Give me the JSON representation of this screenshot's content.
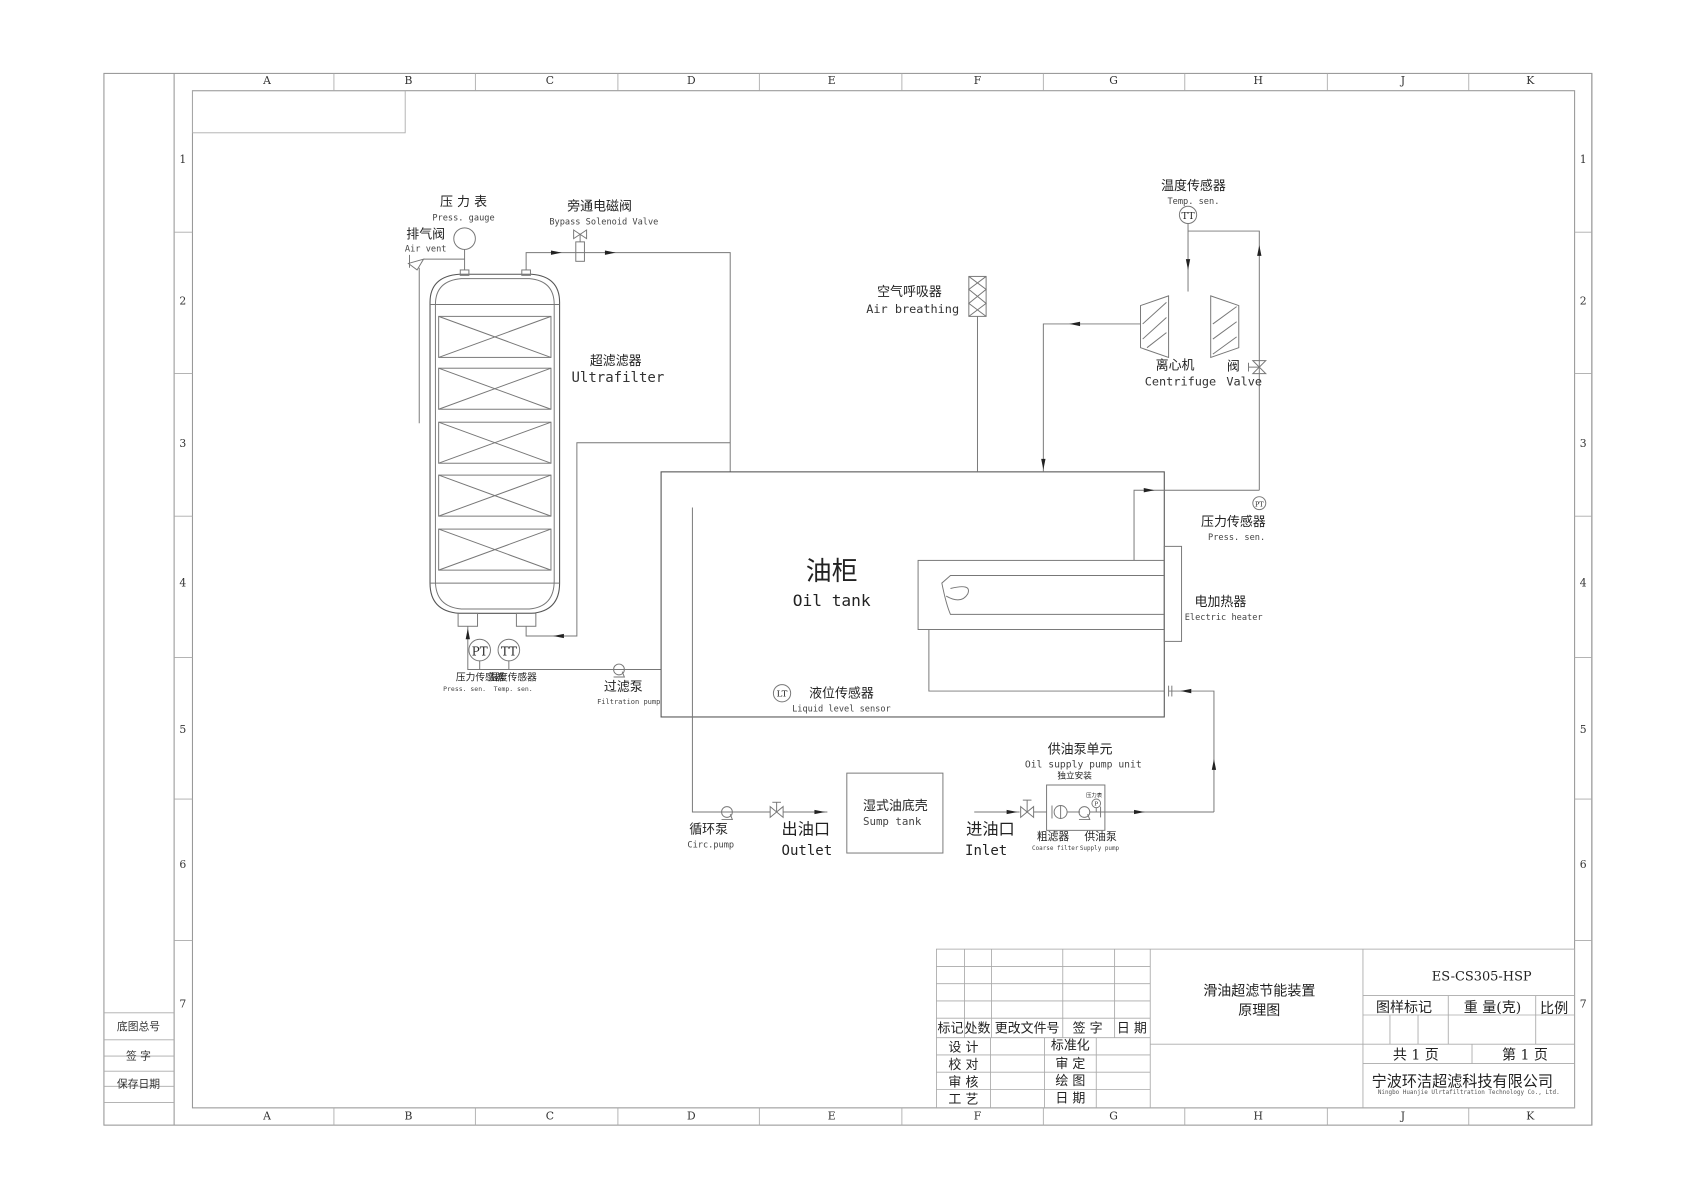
{
  "sheet": {
    "columns": [
      "A",
      "B",
      "C",
      "D",
      "E",
      "F",
      "G",
      "H",
      "J",
      "K"
    ],
    "rows": [
      "1",
      "2",
      "3",
      "4",
      "5",
      "6",
      "7"
    ]
  },
  "side_block": {
    "base_drawing_no": "底图总号",
    "signature": "签 字",
    "save_date": "保存日期"
  },
  "components": {
    "press_gauge": {
      "cn": "压 力 表",
      "en": "Press. gauge"
    },
    "air_vent": {
      "cn": "排气阀",
      "en": "Air vent"
    },
    "bypass_valve": {
      "cn": "旁通电磁阀",
      "en": "Bypass Solenoid Valve"
    },
    "ultrafilter": {
      "cn": "超滤滤器",
      "en": "Ultrafilter"
    },
    "uf_press_sensor": {
      "cn": "压力传感器",
      "en": "Press. sen.",
      "tag": "PT"
    },
    "uf_temp_sensor": {
      "cn": "温度传感器",
      "en": "Temp. sen.",
      "tag": "TT"
    },
    "filtration_pump": {
      "cn": "过滤泵",
      "en": "Filtration pump"
    },
    "air_breathing": {
      "cn": "空气呼吸器",
      "en": "Air breathing"
    },
    "temp_sensor_top": {
      "cn": "温度传感器",
      "en": "Temp. sen.",
      "tag": "TT"
    },
    "centrifuge": {
      "cn": "离心机",
      "en": "Centrifuge"
    },
    "valve": {
      "cn": "阀",
      "en": "Valve"
    },
    "press_sensor_right": {
      "cn": "压力传感器",
      "en": "Press. sen.",
      "tag": "PT"
    },
    "oil_tank": {
      "cn": "油柜",
      "en": "Oil tank"
    },
    "electric_heater": {
      "cn": "电加热器",
      "en": "Electric heater"
    },
    "level_sensor": {
      "cn": "液位传感器",
      "en": "Liquid level sensor",
      "tag": "LT"
    },
    "supply_unit": {
      "cn": "供油泵单元",
      "en": "Oil supply pump unit",
      "note": "独立安装",
      "gauge": "压力表",
      "gauge_tag": "P"
    },
    "coarse_filter": {
      "cn": "粗滤器",
      "en": "Coarse filter"
    },
    "supply_pump": {
      "cn": "供油泵",
      "en": "Supply pump"
    },
    "circ_pump": {
      "cn": "循环泵",
      "en": "Circ.pump"
    },
    "outlet": {
      "cn": "出油口",
      "en": "Outlet"
    },
    "sump_tank": {
      "cn": "湿式油底壳",
      "en": "Sump tank"
    },
    "inlet": {
      "cn": "进油口",
      "en": "Inlet"
    }
  },
  "title_block": {
    "headers": [
      "标记",
      "处数",
      "更改文件号",
      "签 字",
      "日 期"
    ],
    "left_roles": [
      "设 计",
      "校 对",
      "审 核",
      "工 艺"
    ],
    "right_roles": [
      "标准化",
      "审 定",
      "绘 图",
      "日 期"
    ],
    "drawing_title_1": "滑油超滤节能装置",
    "drawing_title_2": "原理图",
    "drawing_no": "ES-CS305-HSP",
    "mark_label": "图样标记",
    "weight_label": "重 量(克)",
    "scale_label": "比例",
    "total_pages": "共 1 页",
    "page_no": "第 1 页",
    "company_cn": "宁波环洁超滤科技有限公司",
    "company_en": "Ningbo Huanjie Ulrtafiltration Technology Co., Ltd."
  }
}
